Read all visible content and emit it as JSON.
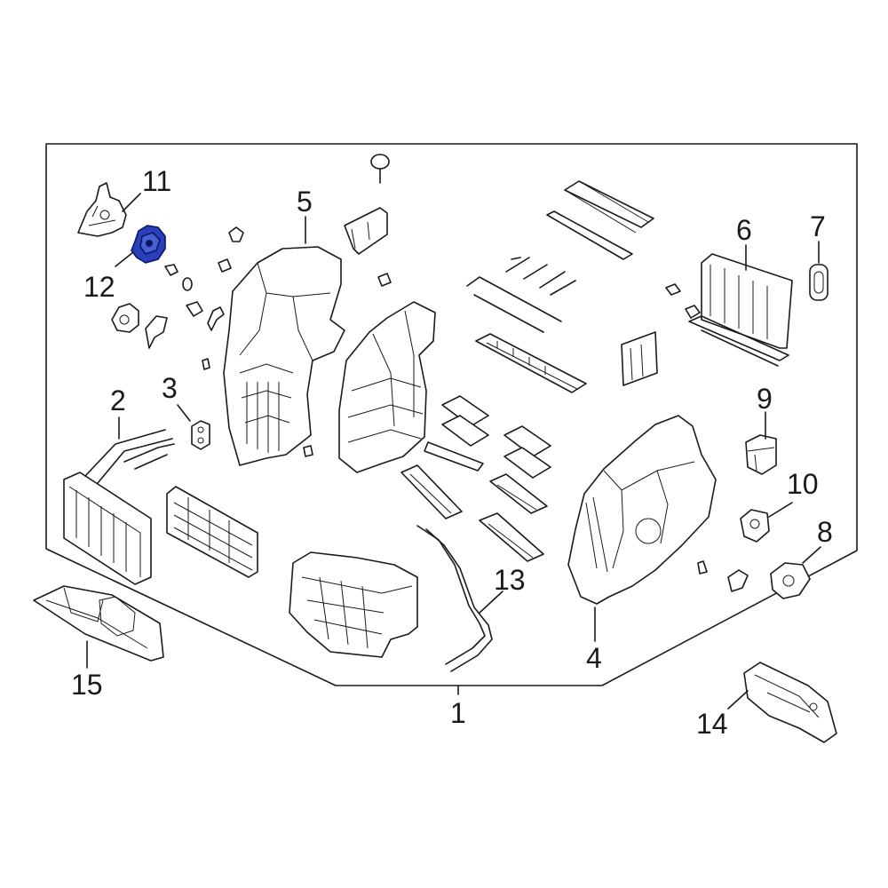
{
  "callouts": {
    "c1": "1",
    "c2": "2",
    "c3": "3",
    "c4": "4",
    "c5": "5",
    "c6": "6",
    "c7": "7",
    "c8": "8",
    "c9": "9",
    "c10": "10",
    "c11": "11",
    "c12": "12",
    "c13": "13",
    "c14": "14",
    "c15": "15"
  },
  "highlighted_part": "12",
  "colors": {
    "line": "#1a1a1a",
    "highlight_fill": "#2b3fb8",
    "highlight_stroke": "#0c1766",
    "background": "#ffffff"
  }
}
